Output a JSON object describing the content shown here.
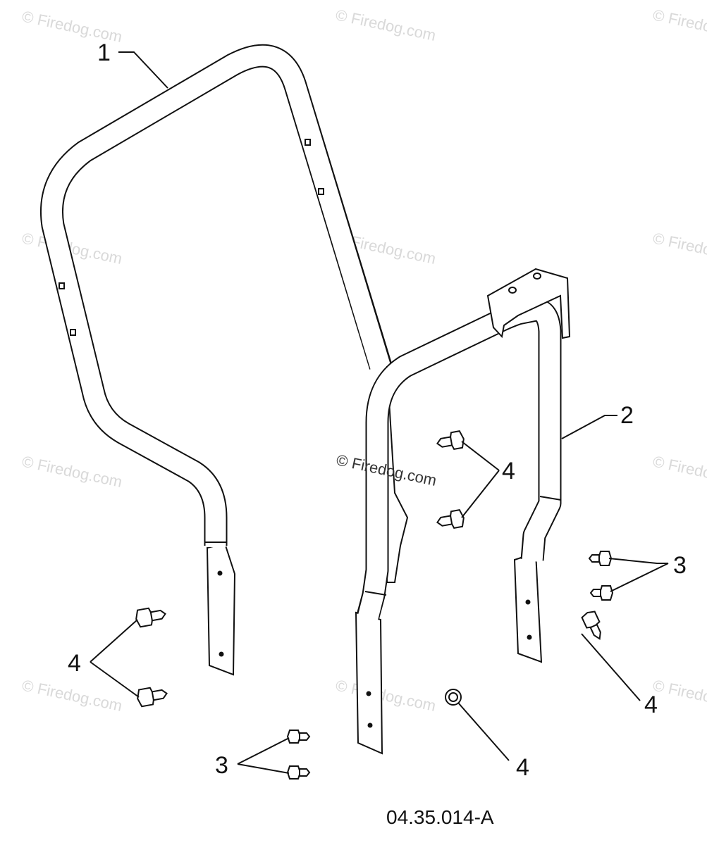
{
  "diagram": {
    "callouts": [
      {
        "id": "c1",
        "text": "1"
      },
      {
        "id": "c2",
        "text": "2"
      },
      {
        "id": "c3a",
        "text": "3"
      },
      {
        "id": "c3b",
        "text": "3"
      },
      {
        "id": "c4a",
        "text": "4"
      },
      {
        "id": "c4b",
        "text": "4"
      },
      {
        "id": "c4c",
        "text": "4"
      },
      {
        "id": "c4d",
        "text": "4"
      }
    ],
    "watermark_text": "© Firedog.com",
    "center_watermark_text": "© Firedog.com",
    "figure_code": "04.35.014-A",
    "colors": {
      "line": "#111111",
      "watermark": "#d9d9d9",
      "background": "#ffffff"
    }
  }
}
